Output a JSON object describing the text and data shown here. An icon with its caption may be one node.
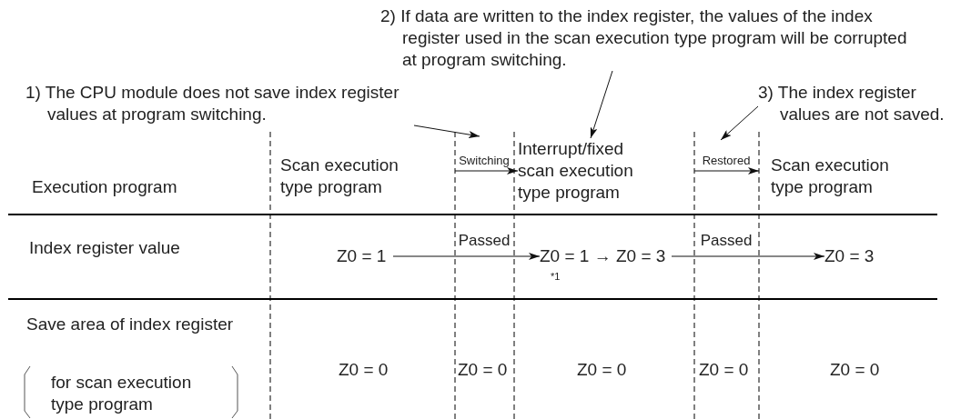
{
  "diagram": {
    "nodes": [
      {
        "text": [
          "2) If data are written to the index register, the values of the index register used in the scan execution type program will be corrupted at program switching."
        ]
      },
      {
        "text": [
          "1) The CPU module does not save index register values at program switching."
        ]
      },
      {
        "text": [
          "3) The index register values are not saved."
        ]
      },
      {
        "text": [
          "Scan execution type program"
        ]
      },
      {
        "text": [
          "Interrupt/fixed scan execution type program"
        ]
      },
      {
        "text": [
          "Scan execution type program"
        ]
      },
      {
        "text": [
          "Z0 = 1"
        ]
      },
      {
        "text": [
          "Z0 = 1 → Z0 = 3"
        ],
        "beside": [
          "*1"
        ]
      },
      {
        "text": [
          "Z0 = 3"
        ]
      }
    ],
    "edges": [
      {
        "from": 1,
        "to": null,
        "arrow": "to"
      },
      {
        "from": 0,
        "to": 4,
        "arrow": "to"
      },
      {
        "from": 2,
        "to": null,
        "arrow": "to"
      },
      {
        "from": 3,
        "to": 4,
        "arrow": "to",
        "label": "Switching"
      },
      {
        "from": 4,
        "to": 5,
        "arrow": "to",
        "label": "Restored"
      },
      {
        "from": 6,
        "to": 7,
        "arrow": "to",
        "label": "Passed"
      },
      {
        "from": 7,
        "to": 8,
        "arrow": "to",
        "label": "Passed"
      }
    ],
    "labels": [
      "Execution program",
      "Index register value",
      "Save area of index register",
      "for scan execution type program",
      "Z0 = 0",
      "Z0 = 0",
      "Z0 = 0",
      "Z0 = 0",
      "Z0 = 0"
    ]
  }
}
